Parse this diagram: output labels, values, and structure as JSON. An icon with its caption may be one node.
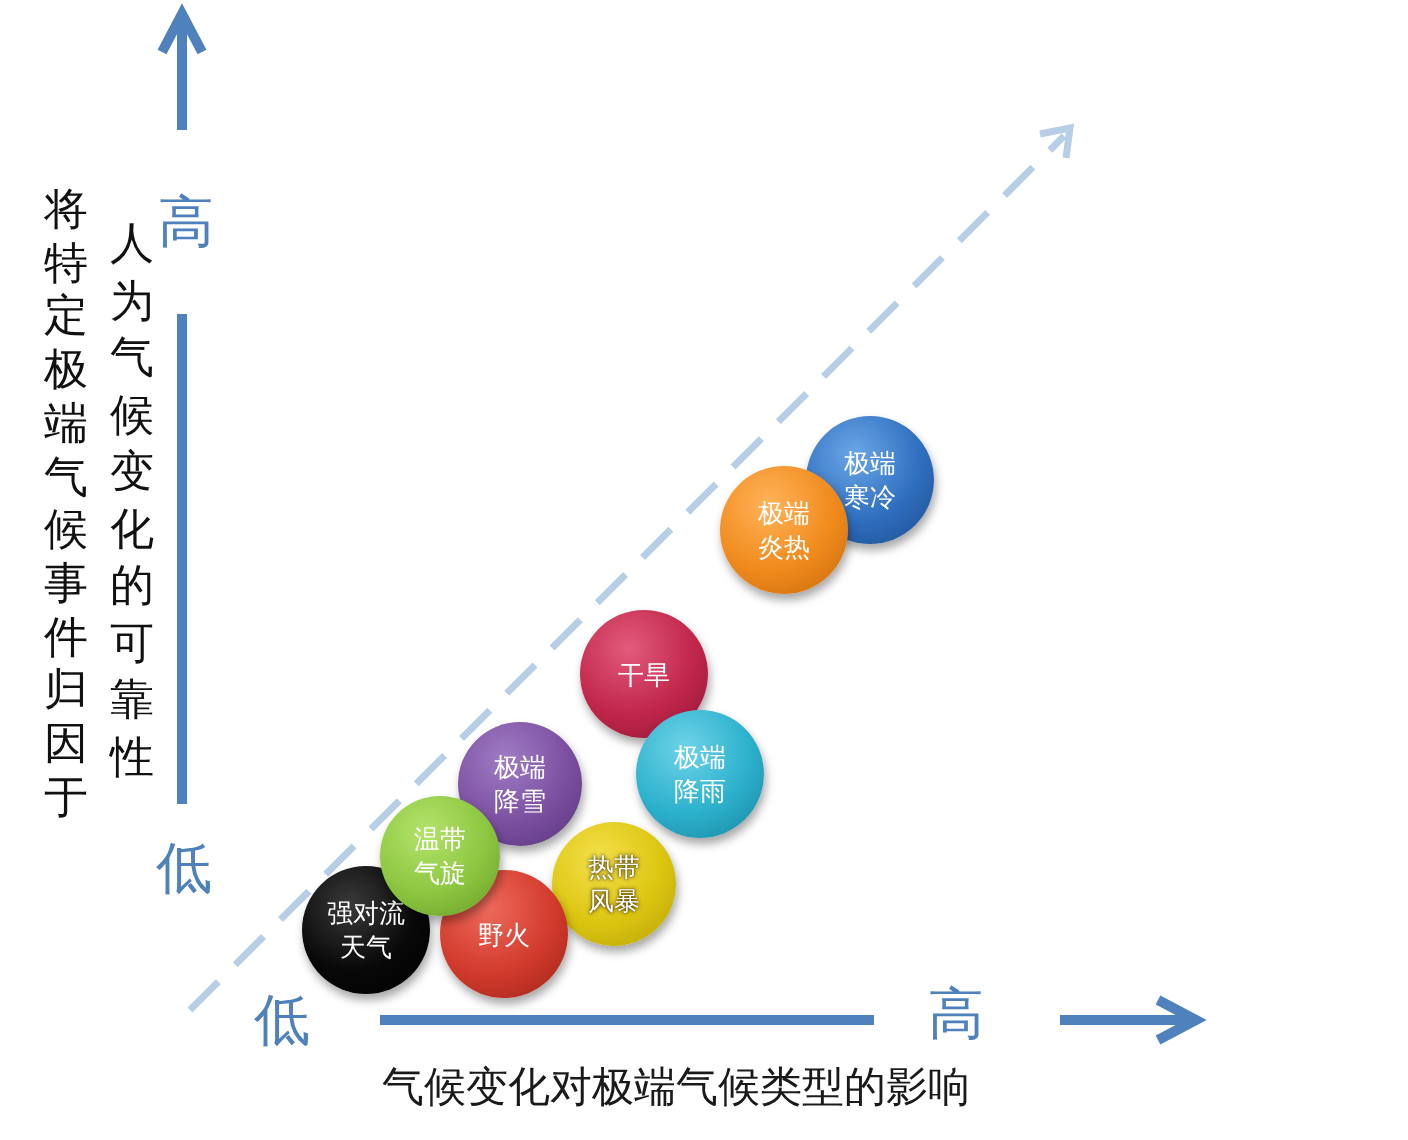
{
  "diagram": {
    "nodes": [
      {
        "text": [
          "极端寒冷"
        ]
      },
      {
        "text": [
          "极端炎热"
        ]
      },
      {
        "text": [
          "干旱"
        ]
      },
      {
        "text": [
          "极端降雨"
        ]
      },
      {
        "text": [
          "极端降雪"
        ]
      },
      {
        "text": [
          "温带气旋"
        ]
      },
      {
        "text": [
          "热带风暴"
        ]
      },
      {
        "text": [
          "强对流天气"
        ]
      },
      {
        "text": [
          "野火"
        ]
      }
    ],
    "labels": [
      "将特定极端气候事件归因于",
      "人为气候变化的可靠性",
      "高",
      "低",
      "低",
      "高",
      "气候变化对极端气候类型的影响"
    ]
  }
}
